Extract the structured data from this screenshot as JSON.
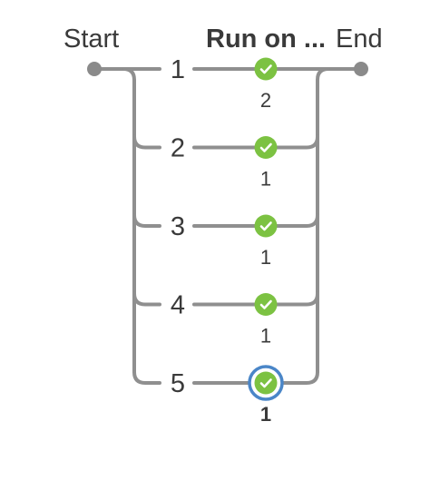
{
  "header": {
    "start_label": "Start",
    "run_label": "Run on ...",
    "end_label": "End"
  },
  "colors": {
    "success": "#7cc242",
    "selected_ring": "#4a86c8",
    "line": "#8f8f8f"
  },
  "branches": [
    {
      "number": "1",
      "count": "2",
      "status": "success",
      "selected": false
    },
    {
      "number": "2",
      "count": "1",
      "status": "success",
      "selected": false
    },
    {
      "number": "3",
      "count": "1",
      "status": "success",
      "selected": false
    },
    {
      "number": "4",
      "count": "1",
      "status": "success",
      "selected": false
    },
    {
      "number": "5",
      "count": "1",
      "status": "success",
      "selected": true
    }
  ]
}
